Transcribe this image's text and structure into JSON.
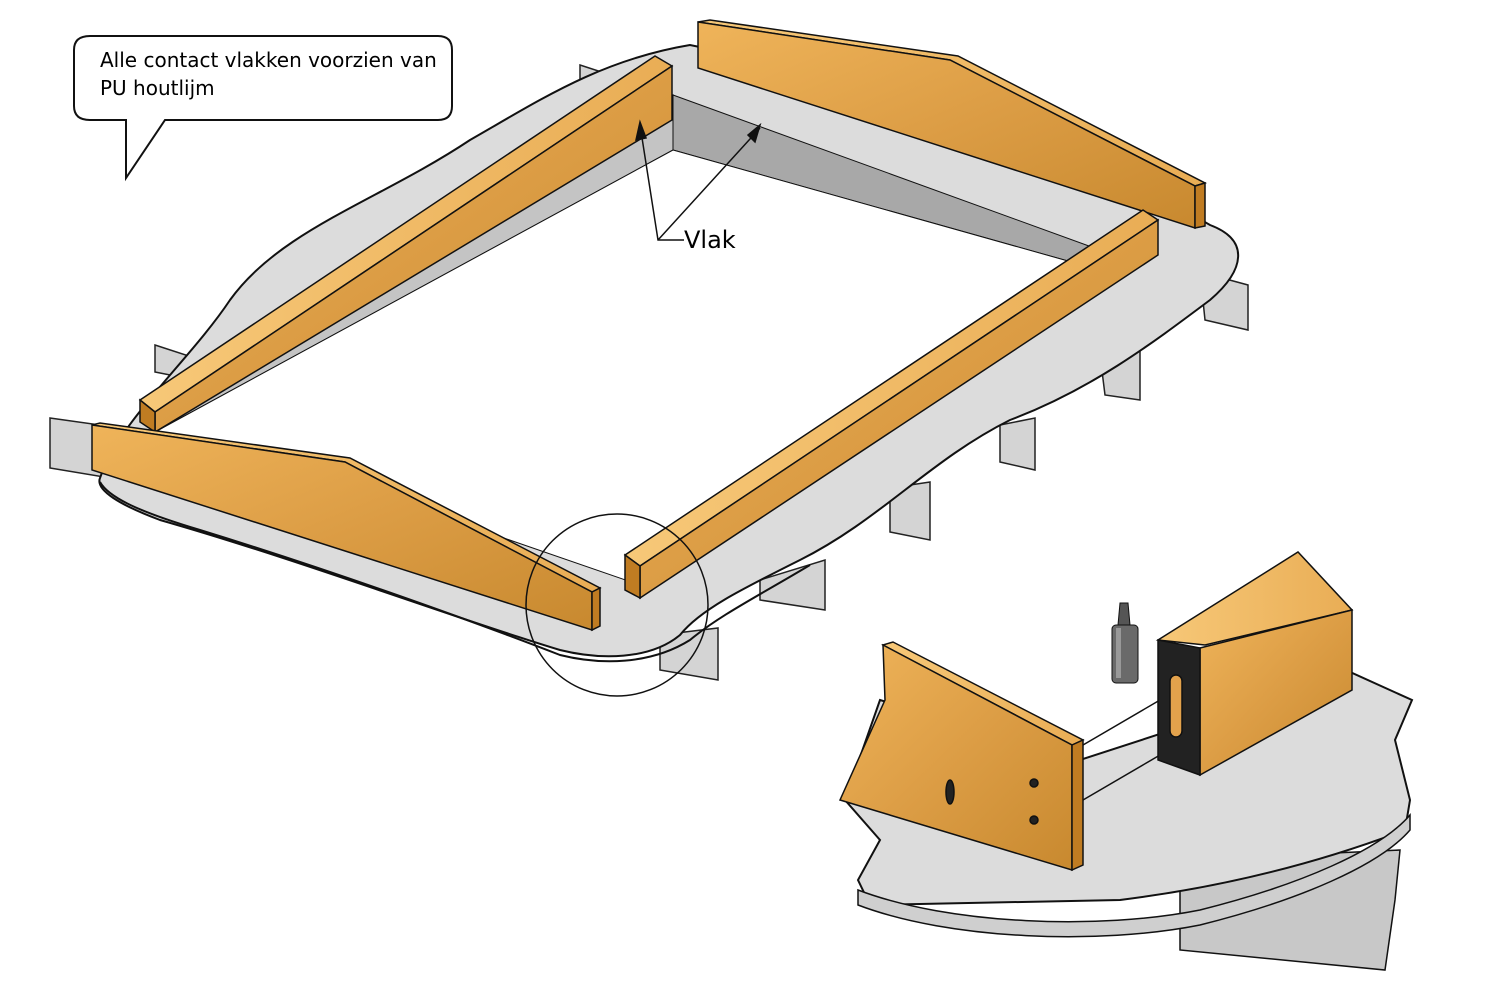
{
  "callout": {
    "line1": "Alle contact vlakken voorzien van",
    "line2": "PU houtlijm"
  },
  "label_vlak": "Vlak",
  "colors": {
    "wood_light": "#efb45a",
    "wood_dark": "#c8892f",
    "slab": "#dcdcdc",
    "joist": "#d0d0d0",
    "inner_wall": "#a8a8a8"
  }
}
